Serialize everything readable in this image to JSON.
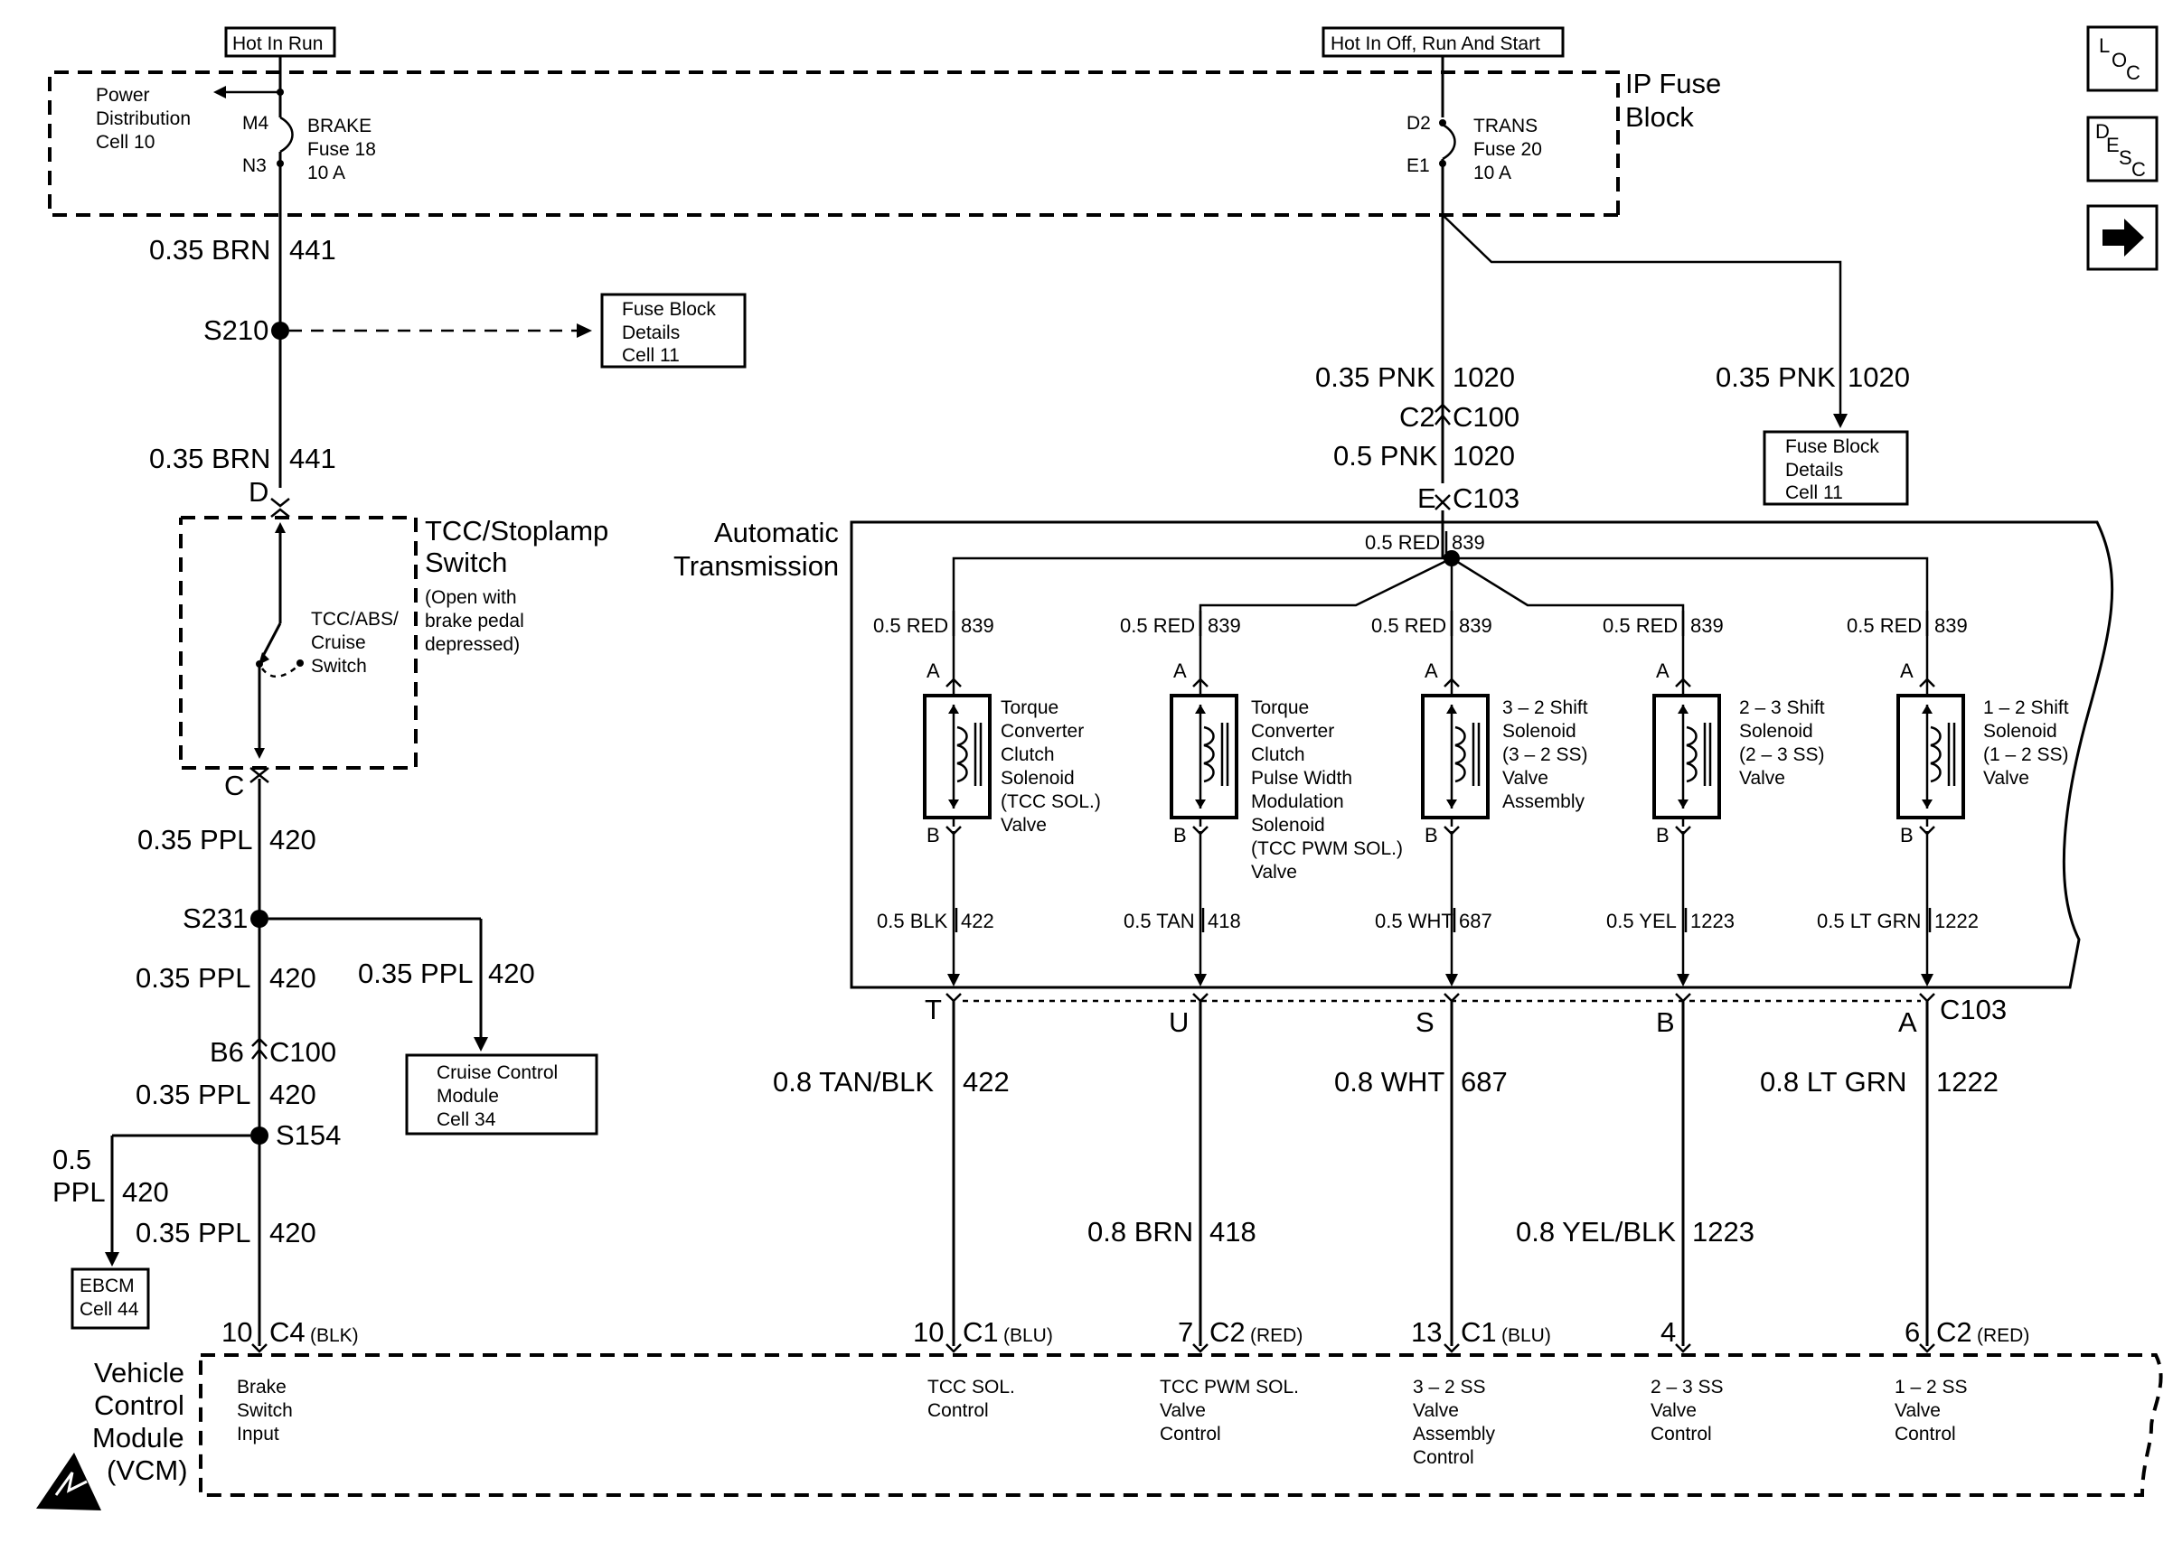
{
  "power": {
    "hot_in_run": "Hot In Run",
    "hot_in_off_run_start": "Hot In Off, Run And Start"
  },
  "fuse_block": {
    "title_line1": "IP Fuse",
    "title_line2": "Block",
    "power_dist": [
      "Power",
      "Distribution",
      "Cell 10"
    ],
    "brake_fuse": {
      "name": "BRAKE",
      "fuse": "Fuse 18",
      "amps": "10 A",
      "pin_in": "M4",
      "pin_out": "N3"
    },
    "trans_fuse": {
      "name": "TRANS",
      "fuse": "Fuse 20",
      "amps": "10 A",
      "pin_in": "D2",
      "pin_out": "E1"
    }
  },
  "nav_icons": {
    "loc": {
      "l": "L",
      "o": "O",
      "c": "C"
    },
    "desc": {
      "d": "D",
      "e": "E",
      "s": "S",
      "c": "C"
    },
    "arrow": "➡"
  },
  "left_circuit": {
    "wire_441_a": {
      "gauge": "0.35 BRN",
      "circuit": "441"
    },
    "splice_s210": "S210",
    "fuse_details_ref": [
      "Fuse Block",
      "Details",
      "Cell 11"
    ],
    "wire_441_b": {
      "gauge": "0.35 BRN",
      "circuit": "441"
    },
    "conn_d": "D",
    "switch_title": [
      "TCC/Stoplamp",
      "Switch"
    ],
    "switch_note": [
      "(Open with",
      "brake pedal",
      "depressed)"
    ],
    "switch_inner": [
      "TCC/ABS/",
      "Cruise",
      "Switch"
    ],
    "conn_c": "C",
    "wire_420_a": {
      "gauge": "0.35 PPL",
      "circuit": "420"
    },
    "splice_s231": "S231",
    "wire_420_b": {
      "gauge": "0.35 PPL",
      "circuit": "420"
    },
    "wire_420_cruise": {
      "gauge": "0.35 PPL",
      "circuit": "420"
    },
    "cruise_ref": [
      "Cruise Control",
      "Module",
      "Cell 34"
    ],
    "conn_b6": "B6",
    "conn_c100": "C100",
    "wire_420_c": {
      "gauge": "0.35 PPL",
      "circuit": "420"
    },
    "splice_s154": "S154",
    "wire_420_ebcm": {
      "gauge_l1": "0.5",
      "gauge_l2": "PPL",
      "circuit": "420"
    },
    "ebcm_ref": [
      "EBCM",
      "Cell 44"
    ],
    "wire_420_d": {
      "gauge": "0.35 PPL",
      "circuit": "420"
    },
    "vcm_pin": {
      "pin": "10",
      "conn": "C4",
      "color": "(BLK)"
    }
  },
  "right_feed": {
    "wire_1020_a": {
      "gauge": "0.35 PNK",
      "circuit": "1020"
    },
    "conn_c2": "C2",
    "conn_c100": "C100",
    "wire_1020_b": {
      "gauge": "0.5 PNK",
      "circuit": "1020"
    },
    "conn_e": "E",
    "conn_c103": "C103",
    "wire_1020_ref": {
      "gauge": "0.35 PNK",
      "circuit": "1020"
    },
    "fuse_details_ref": [
      "Fuse Block",
      "Details",
      "Cell 11"
    ]
  },
  "transmission": {
    "title": [
      "Automatic",
      "Transmission"
    ],
    "bus": {
      "gauge": "0.5 RED",
      "circuit": "839"
    },
    "solenoids": [
      {
        "feed_gauge": "0.5 RED",
        "feed_circuit": "839",
        "pin_a": "A",
        "pin_b": "B",
        "label": [
          "Torque",
          "Converter",
          "Clutch",
          "Solenoid",
          "(TCC SOL.)",
          "Valve"
        ],
        "out_gauge": "0.5 BLK",
        "out_circuit": "422"
      },
      {
        "feed_gauge": "0.5 RED",
        "feed_circuit": "839",
        "pin_a": "A",
        "pin_b": "B",
        "label": [
          "Torque",
          "Converter",
          "Clutch",
          "Pulse Width",
          "Modulation",
          "Solenoid",
          "(TCC PWM SOL.)",
          "Valve"
        ],
        "out_gauge": "0.5 TAN",
        "out_circuit": "418"
      },
      {
        "feed_gauge": "0.5 RED",
        "feed_circuit": "839",
        "pin_a": "A",
        "pin_b": "B",
        "label": [
          "3 – 2 Shift",
          "Solenoid",
          "(3 – 2 SS)",
          "Valve",
          "Assembly"
        ],
        "out_gauge": "0.5 WHT",
        "out_circuit": "687"
      },
      {
        "feed_gauge": "0.5 RED",
        "feed_circuit": "839",
        "pin_a": "A",
        "pin_b": "B",
        "label": [
          "2 – 3 Shift",
          "Solenoid",
          "(2 – 3 SS)",
          "Valve"
        ],
        "out_gauge": "0.5 YEL",
        "out_circuit": "1223"
      },
      {
        "feed_gauge": "0.5 RED",
        "feed_circuit": "839",
        "pin_a": "A",
        "pin_b": "B",
        "label": [
          "1 – 2 Shift",
          "Solenoid",
          "(1 – 2 SS)",
          "Valve"
        ],
        "out_gauge": "0.5 LT GRN",
        "out_circuit": "1222"
      }
    ],
    "c103_pins": [
      "T",
      "U",
      "S",
      "B",
      "A"
    ],
    "c103_label": "C103"
  },
  "output_wires": [
    {
      "gauge": "0.8 TAN/BLK",
      "circuit": "422",
      "pin": "10",
      "conn": "C1",
      "color": "(BLU)"
    },
    {
      "gauge": "0.8 BRN",
      "circuit": "418",
      "pin": "7",
      "conn": "C2",
      "color": "(RED)"
    },
    {
      "gauge": "0.8 WHT",
      "circuit": "687",
      "pin": "13",
      "conn": "C1",
      "color": "(BLU)"
    },
    {
      "gauge": "0.8 YEL/BLK",
      "circuit": "1223",
      "pin": "4",
      "conn": "",
      "color": ""
    },
    {
      "gauge": "0.8 LT GRN",
      "circuit": "1222",
      "pin": "6",
      "conn": "C2",
      "color": "(RED)"
    }
  ],
  "vcm": {
    "title": [
      "Vehicle",
      "Control",
      "Module",
      "(VCM)"
    ],
    "inputs": [
      [
        "Brake",
        "Switch",
        "Input"
      ],
      [
        "TCC SOL.",
        "Control"
      ],
      [
        "TCC PWM SOL.",
        "Valve",
        "Control"
      ],
      [
        "3 – 2 SS",
        "Valve",
        "Assembly",
        "Control"
      ],
      [
        "2 – 3 SS",
        "Valve",
        "Control"
      ],
      [
        "1 – 2 SS",
        "Valve",
        "Control"
      ]
    ]
  }
}
